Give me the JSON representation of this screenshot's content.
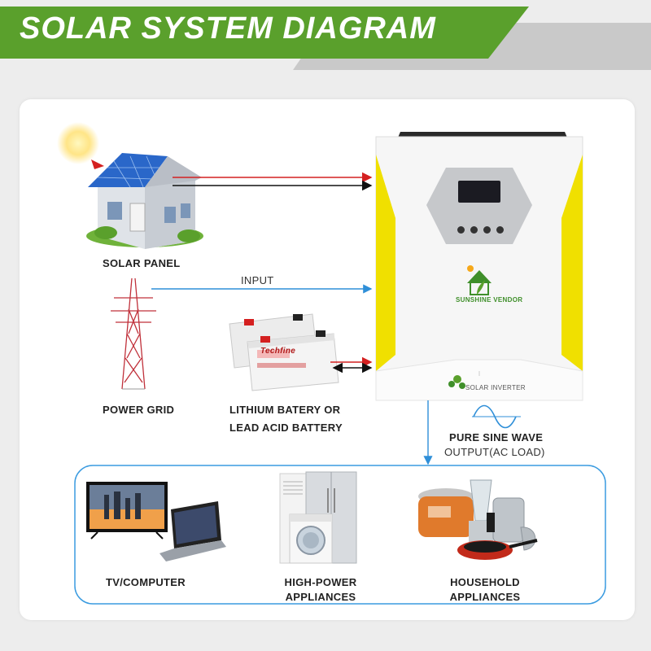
{
  "header": {
    "title": "SOLAR SYSTEM DIAGRAM"
  },
  "labels": {
    "solar_panel": "SOLAR PANEL",
    "input": "INPUT",
    "power_grid": "POWER GRID",
    "battery_line1": "LITHIUM BATERY OR",
    "battery_line2": "LEAD ACID BATTERY",
    "output_line1": "PURE SINE WAVE",
    "output_line2": "OUTPUT(AC LOAD)",
    "tv_computer": "TV/COMPUTER",
    "high_power_line1": "HIGH-POWER",
    "high_power_line2": "APPLIANCES",
    "household_line1": "HOUSEHOLD",
    "household_line2": "APPLIANCES"
  },
  "inverter": {
    "brand": "SUNSHINE VENDOR",
    "model_label": "SOLAR INVERTER"
  },
  "battery": {
    "brand": "Techfine"
  },
  "colors": {
    "banner_green": "#5aa02c",
    "banner_gray": "#c9c9c9",
    "flow_blue": "#2f8fd8",
    "dc_red": "#d42020",
    "inverter_yellow": "#f0e000",
    "loads_border": "#3a9be0"
  },
  "icons": [
    "sun-icon",
    "house-solar-icon",
    "pylon-icon",
    "battery-icon",
    "inverter-icon",
    "sine-wave-icon",
    "tv-icon",
    "laptop-icon",
    "air-conditioner-icon",
    "refrigerator-icon",
    "washing-machine-icon",
    "rice-cooker-icon",
    "blender-icon",
    "kettle-icon",
    "pan-icon"
  ]
}
